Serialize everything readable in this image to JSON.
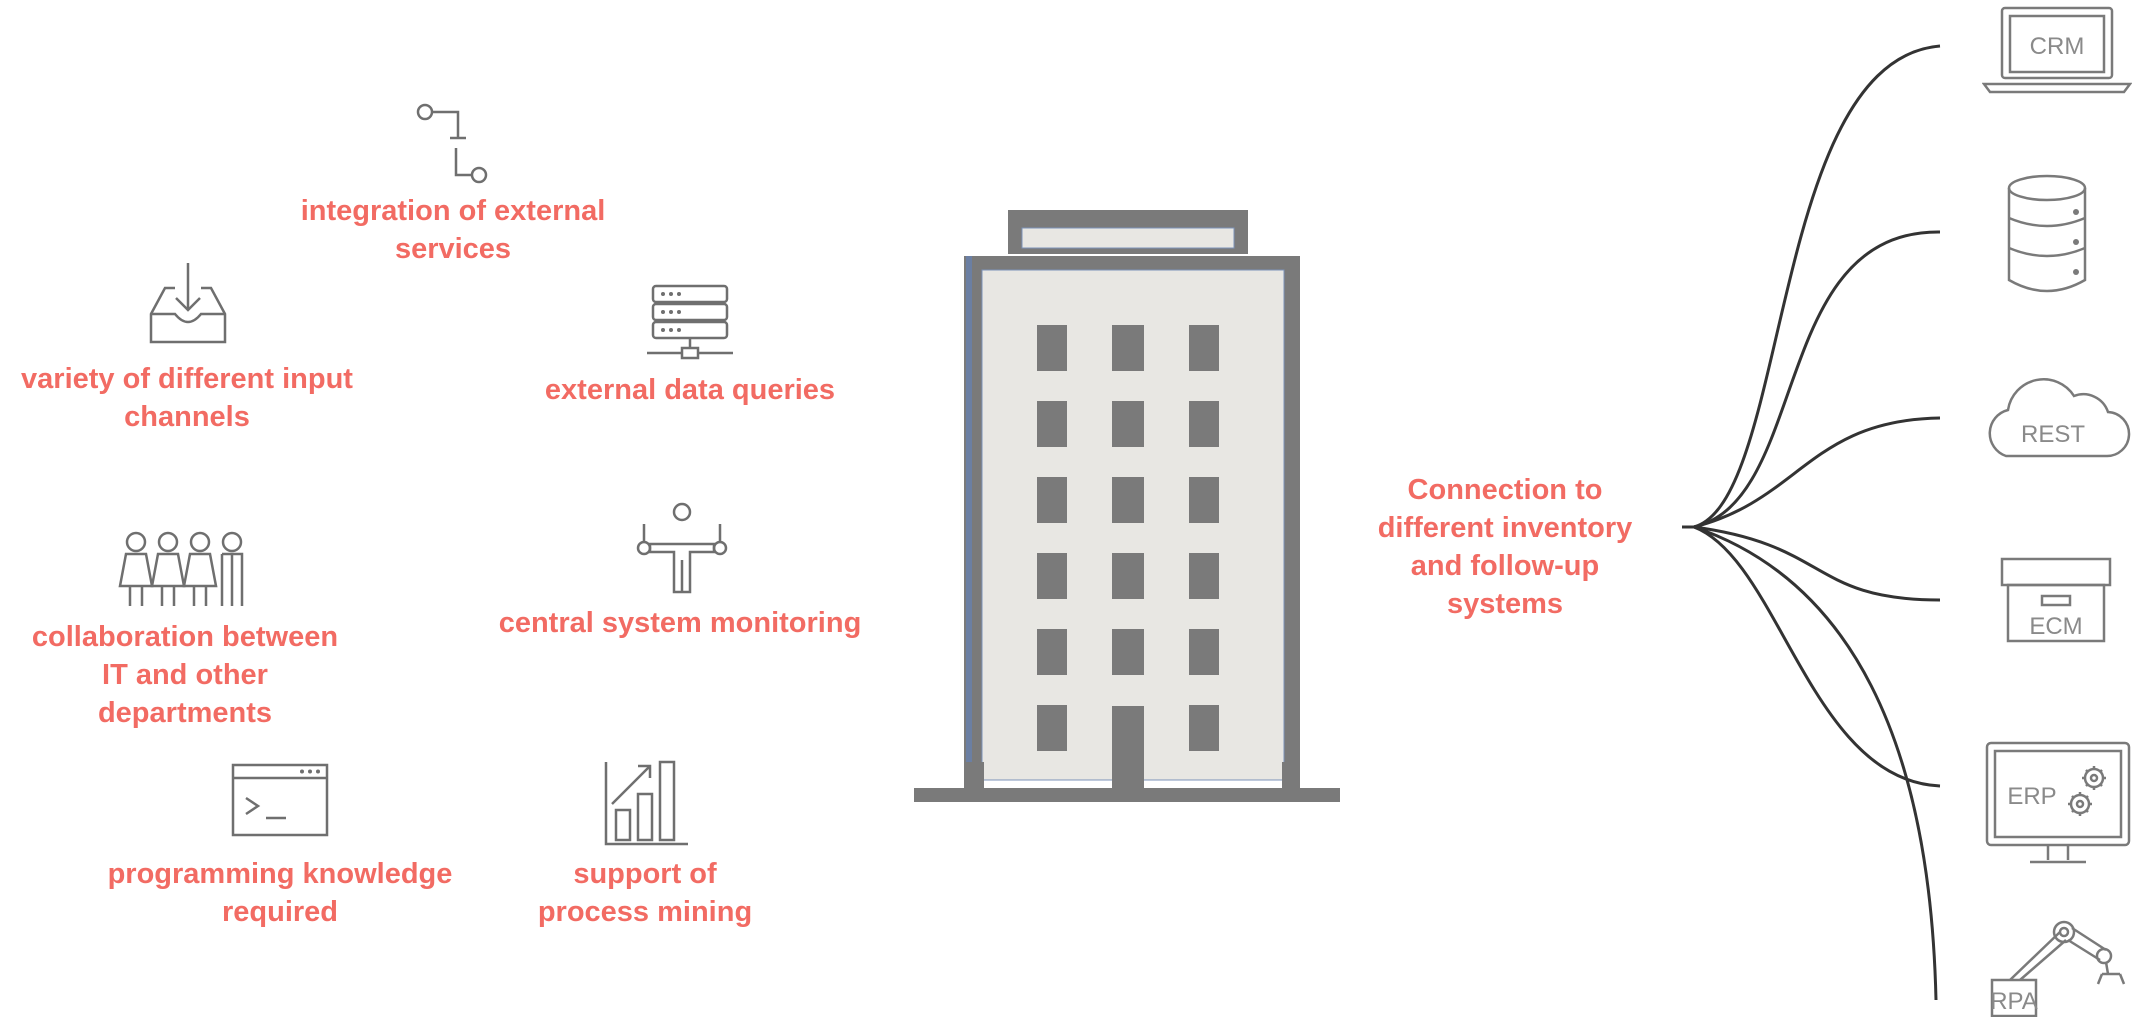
{
  "features": [
    {
      "id": "integration",
      "icon": "git-connection-icon",
      "lines": [
        "integration of external",
        "services"
      ]
    },
    {
      "id": "input-channels",
      "icon": "inbox-download-icon",
      "lines": [
        "variety of different input",
        "channels"
      ]
    },
    {
      "id": "data-queries",
      "icon": "server-rack-icon",
      "lines": [
        "external data queries"
      ]
    },
    {
      "id": "collaboration",
      "icon": "people-group-icon",
      "lines": [
        "collaboration between",
        "IT and other",
        "departments"
      ]
    },
    {
      "id": "monitoring",
      "icon": "person-monitor-icon",
      "lines": [
        "central system monitoring"
      ]
    },
    {
      "id": "programming",
      "icon": "terminal-window-icon",
      "lines": [
        "programming knowledge",
        "required"
      ]
    },
    {
      "id": "process-mining",
      "icon": "growth-chart-icon",
      "lines": [
        "support of",
        "process mining"
      ]
    }
  ],
  "connection": {
    "lines": [
      "Connection to",
      "different inventory",
      "and follow-up",
      "systems"
    ]
  },
  "systems": [
    {
      "id": "crm",
      "icon": "laptop-icon",
      "label": "CRM"
    },
    {
      "id": "database",
      "icon": "database-icon",
      "label": ""
    },
    {
      "id": "rest",
      "icon": "cloud-icon",
      "label": "REST"
    },
    {
      "id": "ecm",
      "icon": "archive-box-icon",
      "label": "ECM"
    },
    {
      "id": "erp",
      "icon": "monitor-gears-icon",
      "label": "ERP"
    },
    {
      "id": "rpa",
      "icon": "robot-arm-icon",
      "label": "RPA"
    }
  ],
  "colors": {
    "accent": "#f26b63",
    "icon_stroke": "#6f6f6f",
    "building_frame": "#7a7a7a",
    "building_fill": "#e8e7e3",
    "window": "#7a7a7a",
    "curve": "#333333"
  }
}
